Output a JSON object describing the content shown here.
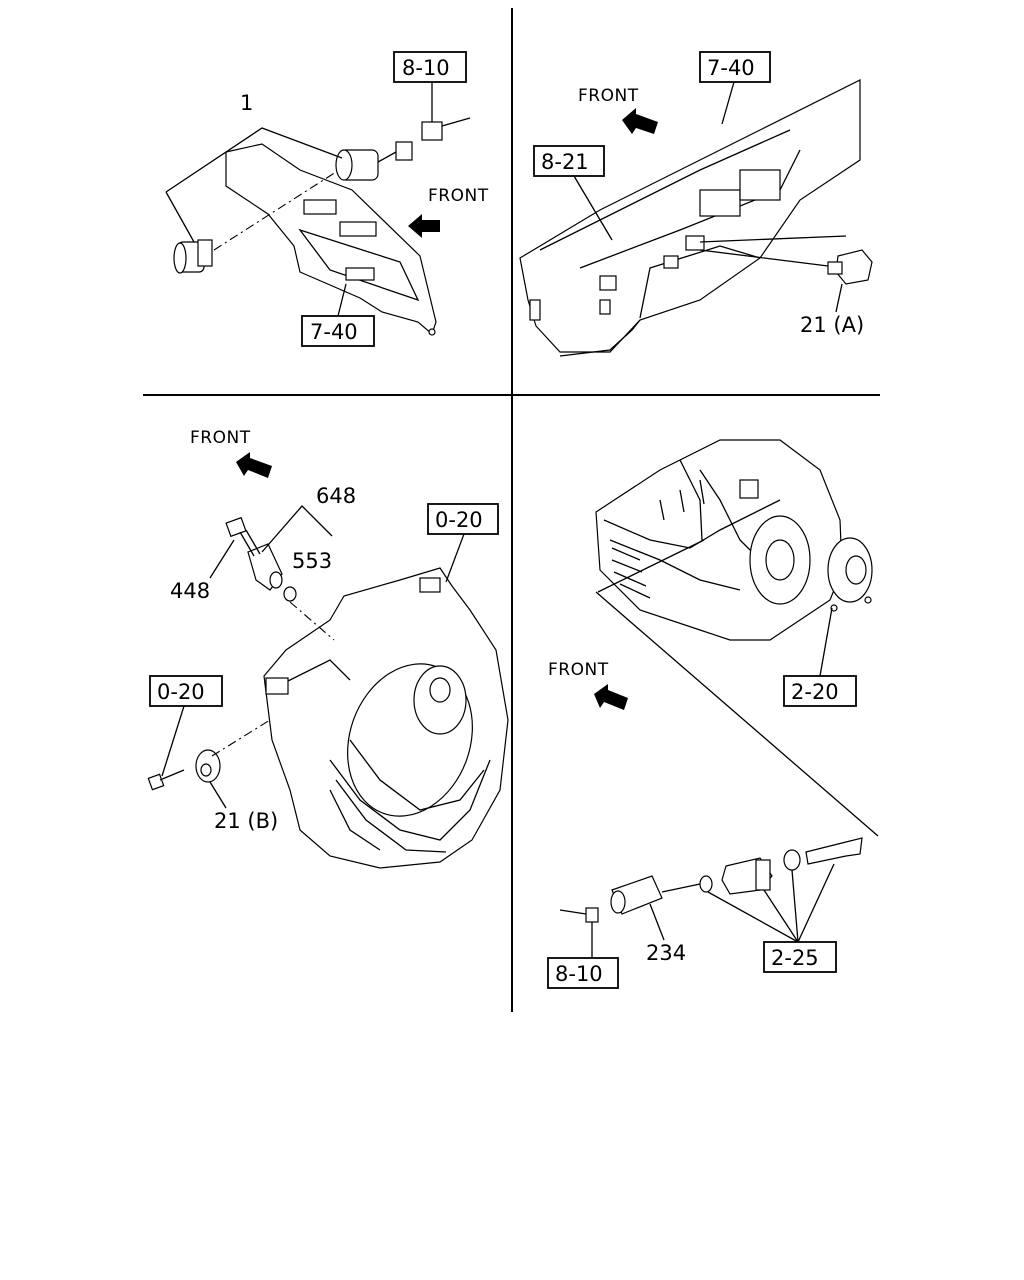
{
  "quadrant_top_left": {
    "front": "FRONT",
    "callouts": {
      "switch_assy": "1"
    },
    "refs": {
      "harness": "8-10",
      "panel": "7-40"
    }
  },
  "quadrant_top_right": {
    "front": "FRONT",
    "refs": {
      "cab": "7-40",
      "meter": "8-21"
    },
    "callouts": {
      "switch": "21 (A)"
    }
  },
  "quadrant_bottom_left": {
    "front": "FRONT",
    "callouts": {
      "sensor": "648",
      "oring": "553",
      "bolt": "448",
      "sensor_b": "21 (B)"
    },
    "refs": {
      "flywheel_housing": "0-20",
      "bolt_ref": "0-20"
    }
  },
  "quadrant_bottom_right": {
    "front": "FRONT",
    "refs": {
      "transmission": "2-20",
      "speedo_parts": "2-25",
      "harness": "8-10"
    },
    "callouts": {
      "speed_sensor": "234"
    }
  },
  "colors": {
    "line": "#000000",
    "background": "#ffffff"
  }
}
